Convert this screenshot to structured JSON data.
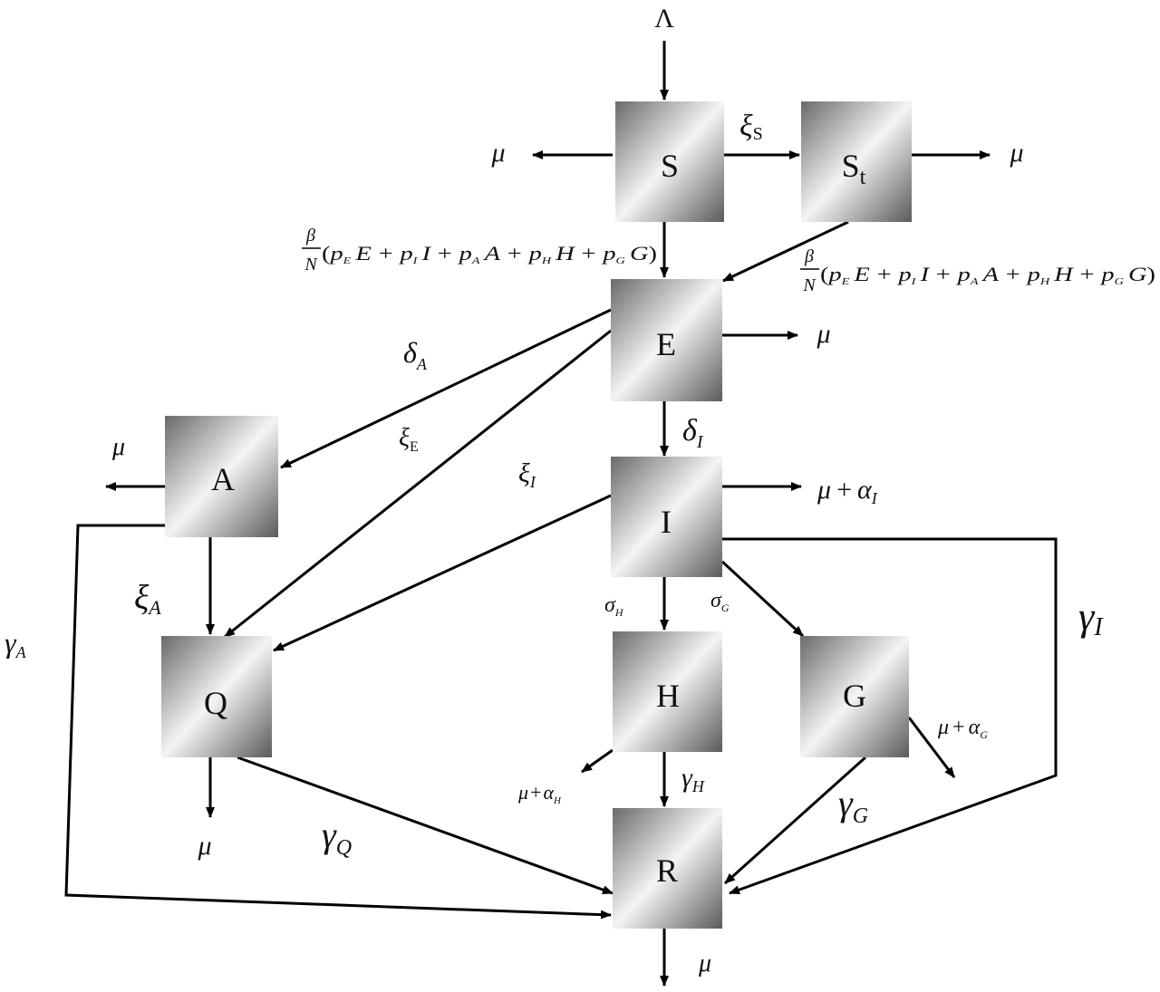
{
  "nodes": {
    "S": "S",
    "St_main": "S",
    "St_sub": "t",
    "E": "E",
    "A": "A",
    "I": "I",
    "Q": "Q",
    "H": "H",
    "G": "G",
    "R": "R"
  },
  "labels": {
    "recruitment": "Λ",
    "mu": "μ",
    "xi": "ξ",
    "delta": "δ",
    "gamma": "γ",
    "sigma": "σ",
    "alpha": "α",
    "plus": "+",
    "sub_S": "S",
    "sub_E": "E",
    "sub_I": "I",
    "sub_A": "A",
    "sub_H": "H",
    "sub_G": "G",
    "sub_Q": "Q",
    "infection_fraction_num": "β",
    "infection_fraction_den": "N",
    "infection_force_terms": "(p",
    "force": {
      "open": "(",
      "p": "p",
      "E_sub": "E",
      "I_sub": "I",
      "A_sub": "A",
      "H_sub": "H",
      "G_sub": "G",
      "E": "E",
      "I": "I",
      "A": "A",
      "H": "H",
      "G": "G",
      "plus": "+",
      "close": ")"
    }
  }
}
